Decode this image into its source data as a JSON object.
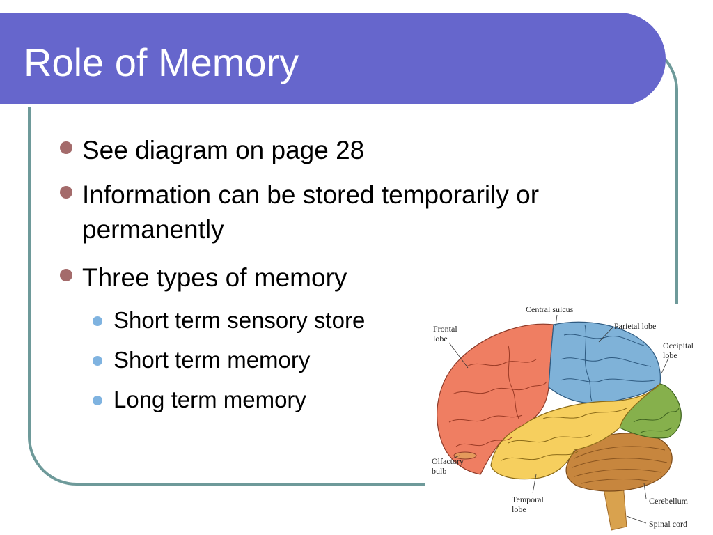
{
  "slide": {
    "title": "Role of Memory",
    "bullets": [
      "See diagram on page 28",
      "Information can be stored temporarily or permanently",
      "Three types of memory"
    ],
    "sub_bullets": [
      "Short term sensory store",
      "Short term memory",
      "Long term memory"
    ]
  },
  "diagram": {
    "labels": {
      "central_sulcus": "Central sulcus",
      "parietal_lobe": "Parietal lobe",
      "frontal_1": "Frontal",
      "frontal_2": "lobe",
      "occipital_1": "Occipital",
      "occipital_2": "lobe",
      "olfactory_1": "Olfactory",
      "olfactory_2": "bulb",
      "temporal_1": "Temporal",
      "temporal_2": "lobe",
      "cerebellum": "Cerebellum",
      "spinal_cord": "Spinal cord"
    }
  },
  "colors": {
    "title_bar": "#6666cc",
    "frame": "#6e9a9a",
    "bullet_level1": "#a46b6b",
    "bullet_level2": "#7fb3e0",
    "frontal": "#ef7e62",
    "parietal": "#7fb2d8",
    "occipital": "#86b04c",
    "temporal": "#f6cf5e",
    "cerebellum": "#c7863e"
  }
}
